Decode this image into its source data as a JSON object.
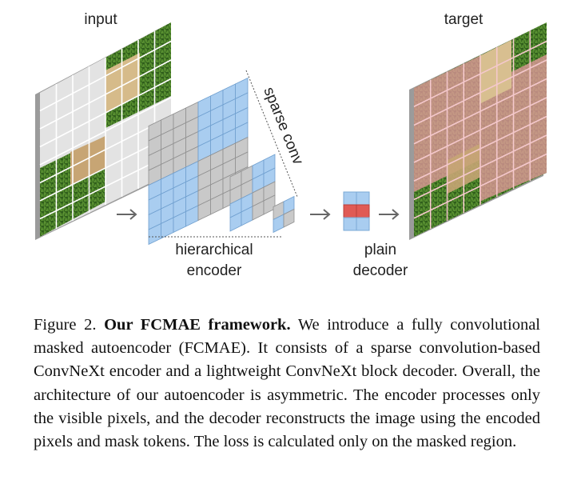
{
  "figure": {
    "labels": {
      "input": "input",
      "target": "target",
      "sparse_conv": "sparse conv",
      "encoder_line1": "hierarchical",
      "encoder_line2": "encoder",
      "decoder_line1": "plain",
      "decoder_line2": "decoder"
    },
    "colors": {
      "masked_patch": "#dcdcdc",
      "visible_feature": "#a9cdf0",
      "masked_feature": "#c9c9c9",
      "decoder_red": "#e05a55",
      "target_tint": "#e89aa0",
      "grass": "#3f7a24",
      "frame_edge": "#8a8a8a"
    },
    "icons": [
      "arrow-right-icon",
      "arrow-right-icon",
      "arrow-right-icon"
    ]
  },
  "caption": {
    "figure_number": "Figure 2.",
    "bold_title": "Our FCMAE framework.",
    "body": "We introduce a fully convolutional masked autoencoder (FCMAE). It consists of a sparse convolution-based ConvNeXt encoder and a lightweight ConvNeXt block decoder. Overall, the architecture of our autoencoder is asymmetric. The encoder processes only the visible pixels, and the decoder reconstructs the image using the encoded pixels and mask tokens. The loss is calculated only on the masked region."
  }
}
